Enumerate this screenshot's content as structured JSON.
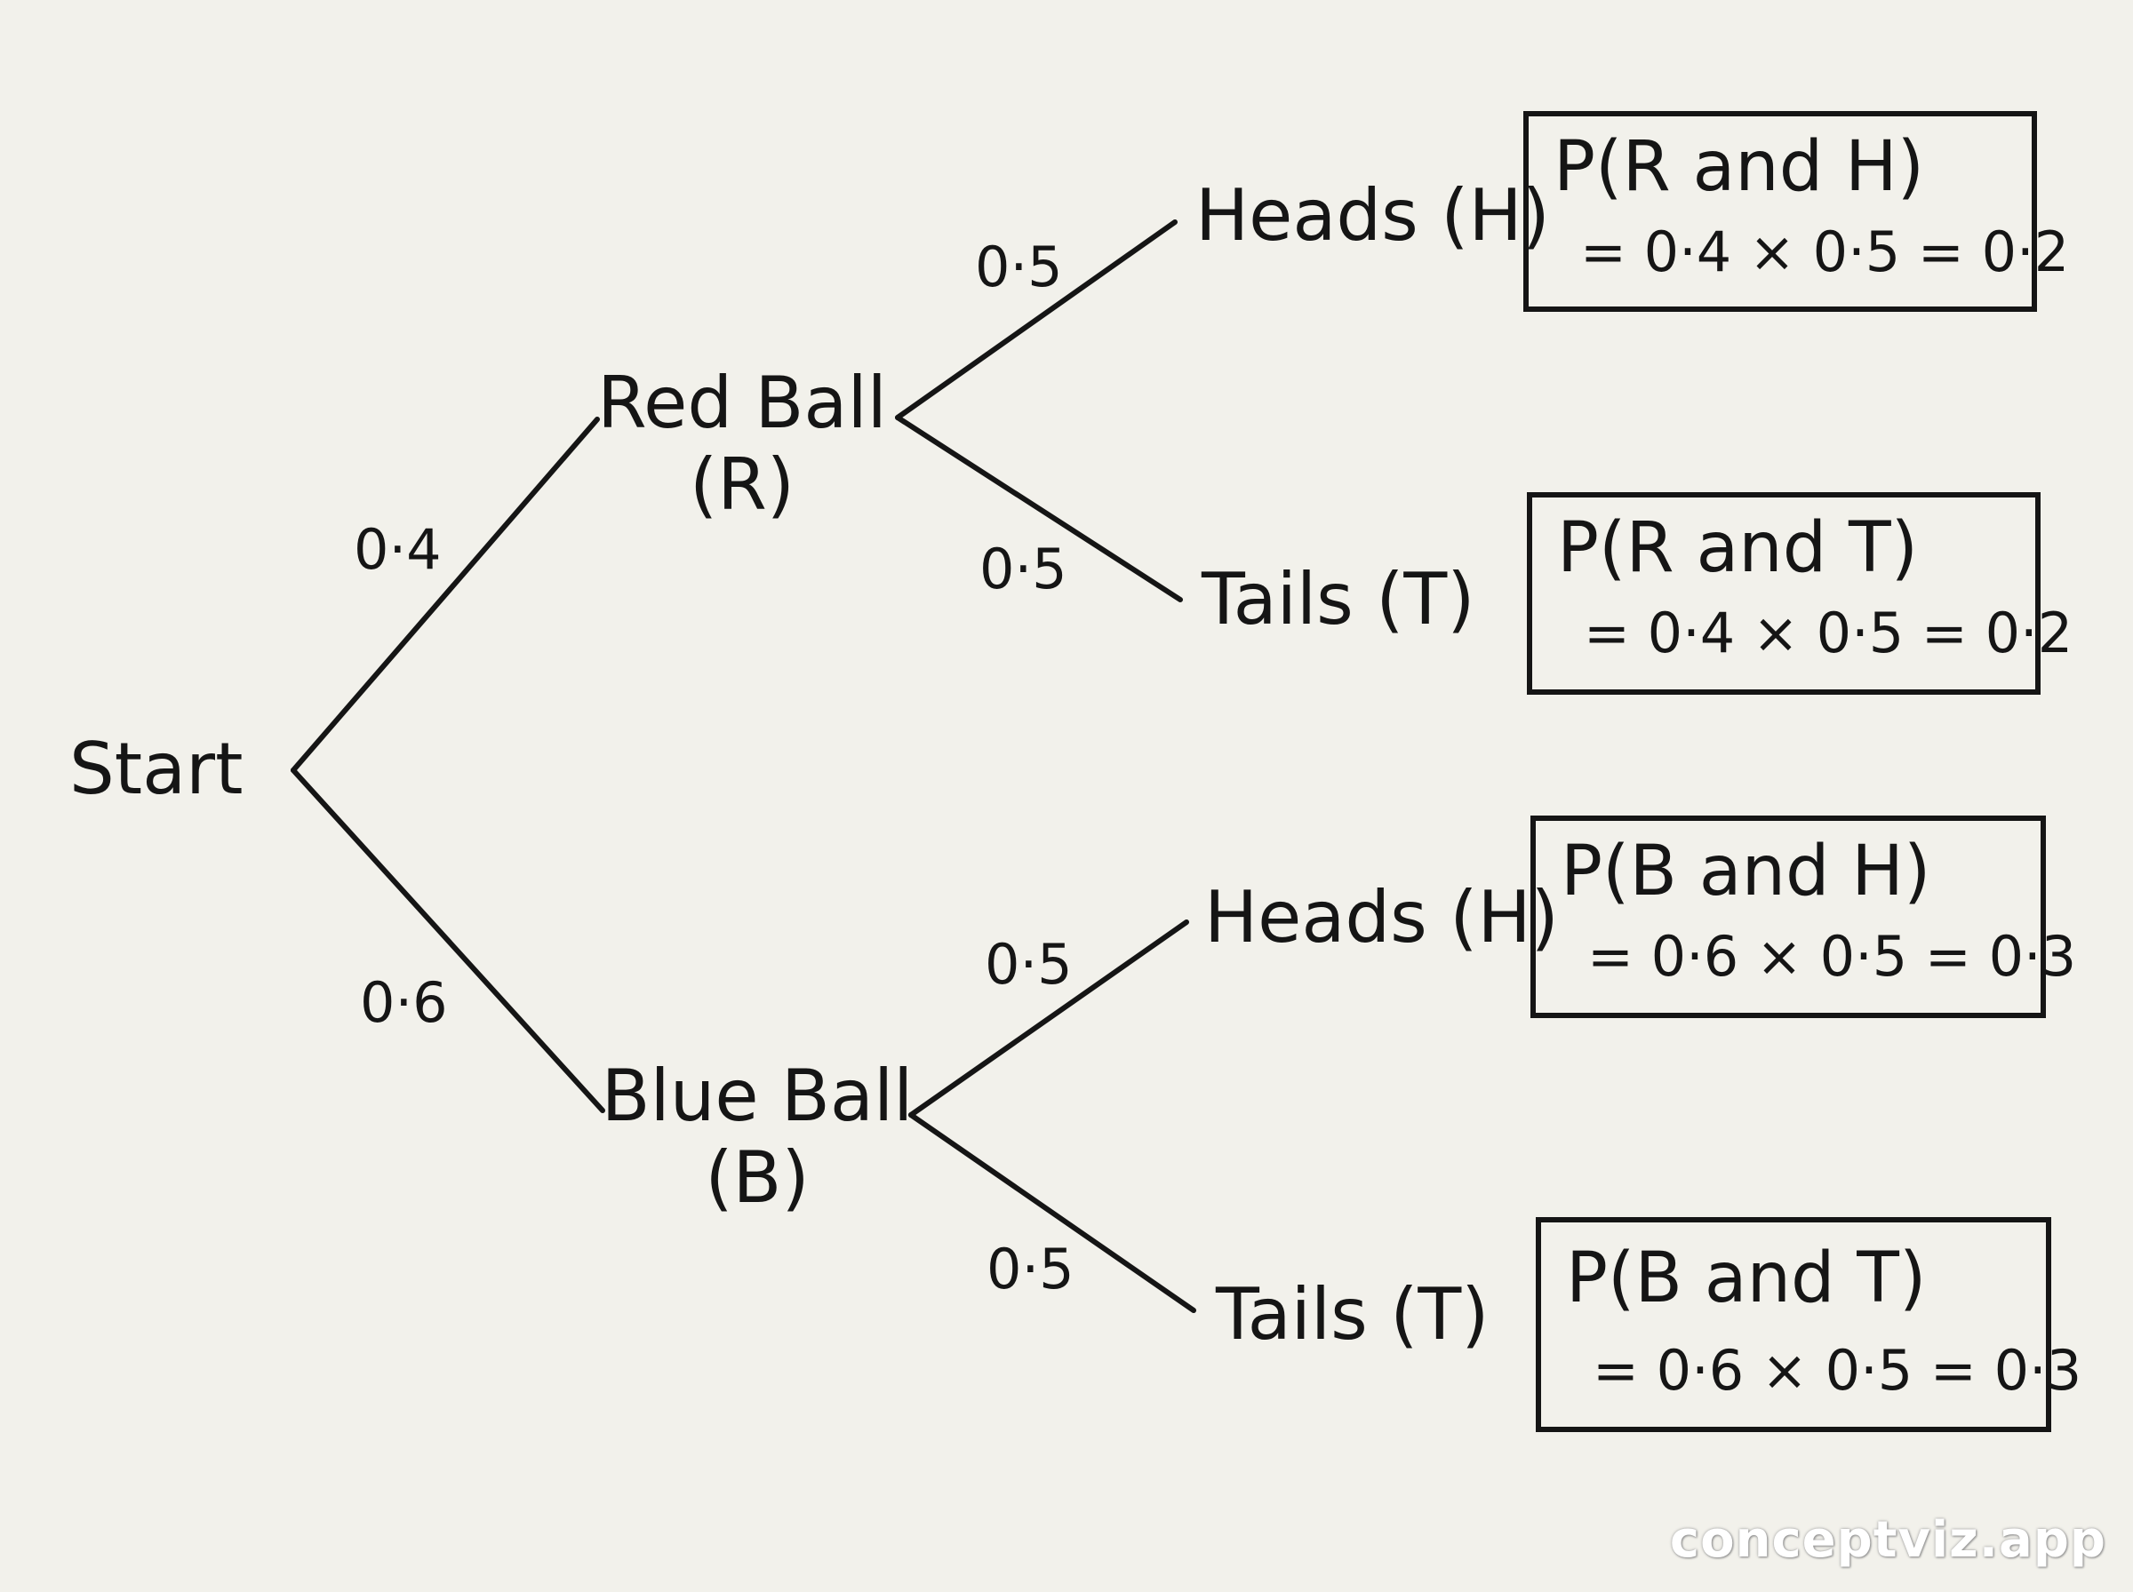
{
  "tree": {
    "root": {
      "label": "Start"
    },
    "level1": [
      {
        "line1": "Red Ball",
        "line2": "(R)",
        "prob": "0·4"
      },
      {
        "line1": "Blue Ball",
        "line2": "(B)",
        "prob": "0·6"
      }
    ],
    "level2": [
      {
        "label": "Heads (H)",
        "prob": "0·5"
      },
      {
        "label": "Tails (T)",
        "prob": "0·5"
      },
      {
        "label": "Heads (H)",
        "prob": "0·5"
      },
      {
        "label": "Tails (T)",
        "prob": "0·5"
      }
    ]
  },
  "outcomes": [
    {
      "title": "P(R and H)",
      "calc": "= 0·4 × 0·5 = 0·2"
    },
    {
      "title": "P(R and T)",
      "calc": "= 0·4 × 0·5 = 0·2"
    },
    {
      "title": "P(B and H)",
      "calc": "= 0·6 × 0·5 = 0·3"
    },
    {
      "title": "P(B and T)",
      "calc": "= 0·6 × 0·5 = 0·3"
    }
  ],
  "watermark": "conceptviz.app",
  "colors": {
    "background": "#f2f1eb",
    "ink": "#151515"
  }
}
